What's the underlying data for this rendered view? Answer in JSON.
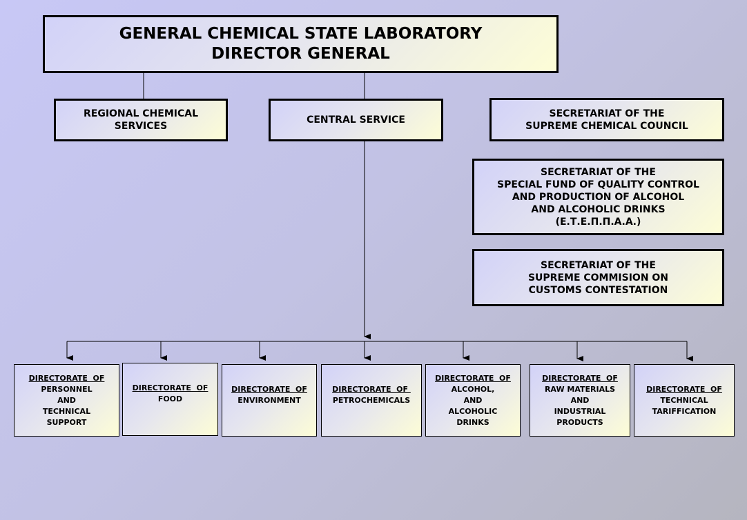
{
  "title_box": {
    "lines": [
      "GENERAL CHEMICAL STATE LABORATORY",
      "DIRECTOR GENERAL"
    ]
  },
  "regional": {
    "lines": [
      "REGIONAL CHEMICAL",
      "SERVICES"
    ]
  },
  "central": {
    "lines": [
      "CENTRAL SERVICE"
    ]
  },
  "secretariats": [
    {
      "lines": [
        "SECRETARIAT OF THE",
        "SUPREME CHEMICAL COUNCIL"
      ]
    },
    {
      "lines": [
        "SECRETARIAT OF THE",
        "SPECIAL FUND OF QUALITY CONTROL",
        "AND PRODUCTION OF ALCOHOL",
        "AND ALCOHOLIC DRINKS",
        "(Ε.Τ.Ε.Π.Π.Α.Α.)"
      ]
    },
    {
      "lines": [
        "SECRETARIAT OF THE",
        "SUPREME COMMISION ON",
        "CUSTOMS CONTESTATION"
      ]
    }
  ],
  "directorates": [
    {
      "header": "DIRECTORATE  OF",
      "lines": [
        "PERSONNEL",
        "AND",
        "TECHNICAL",
        "SUPPORT"
      ]
    },
    {
      "header": "DIRECTORATE  OF",
      "lines": [
        "FOOD"
      ]
    },
    {
      "header": "DIRECTORATE  OF",
      "lines": [
        "ENVIRONMENT"
      ]
    },
    {
      "header": "DIRECTORATE  OF ",
      "lines": [
        "PETROCHEMICALS"
      ]
    },
    {
      "header": "DIRECTORATE  OF",
      "lines": [
        "ALCOHOL,",
        "AND",
        "ALCOHOLIC",
        "DRINKS"
      ]
    },
    {
      "header": "DIRECTORATE  OF",
      "lines": [
        "RAW MATERIALS",
        "AND",
        "INDUSTRIAL",
        "PRODUCTS"
      ]
    },
    {
      "header": "DIRECTORATE  OF",
      "lines": [
        "TECHNICAL",
        "TARIFFICATION"
      ]
    }
  ]
}
